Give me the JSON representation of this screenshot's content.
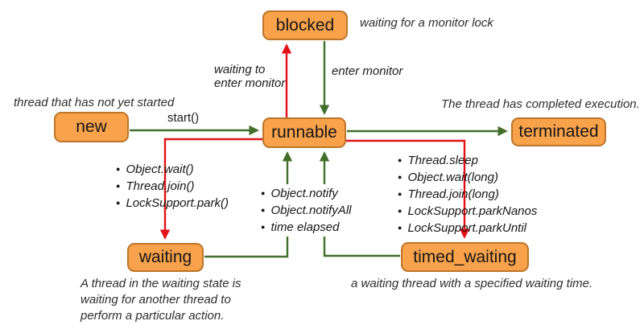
{
  "colors": {
    "state_fill": "#F8A24B",
    "state_border": "#BE7429",
    "arrow_green": "#426F2B",
    "arrow_red": "#E11217",
    "note_text": "#2D2D2D"
  },
  "states": {
    "new": "new",
    "runnable": "runnable",
    "blocked": "blocked",
    "terminated": "terminated",
    "waiting": "waiting",
    "timed_waiting": "timed_waiting"
  },
  "edges": {
    "start_label": "start()",
    "waiting_to_enter_monitor": "waiting to\nenter monitor",
    "enter_monitor": "enter monitor"
  },
  "notes": {
    "new_note": "thread that has not yet started",
    "blocked_note": "waiting for a monitor lock",
    "terminated_note": "The thread has completed execution.",
    "waiting_note": "A thread in the waiting state is\nwaiting for another thread to\nperform a particular action.",
    "timed_waiting_note": "a waiting thread with a specified waiting time."
  },
  "bullets": {
    "runnable_to_waiting": [
      "Object.wait()",
      "Thread.join()",
      "LockSupport.park()"
    ],
    "back_to_runnable": [
      "Object.notify",
      "Object.notifyAll",
      "time elapsed"
    ],
    "runnable_to_timed_waiting": [
      "Thread.sleep",
      "Object.wait(long)",
      "Thread.join(long)",
      "LockSupport.parkNanos",
      "LockSupport.parkUntil"
    ]
  }
}
